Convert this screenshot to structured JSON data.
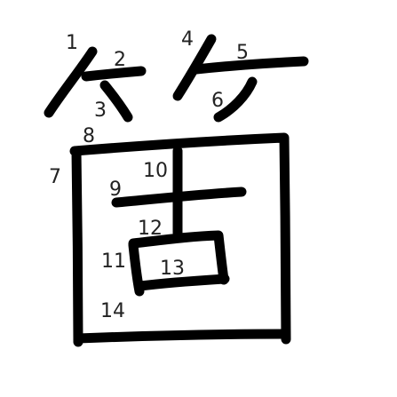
{
  "character": {
    "glyph": "箇",
    "stroke_color": "#000000",
    "label_color": "#222222",
    "background": "#ffffff",
    "stroke_numbers": [
      "1",
      "2",
      "3",
      "4",
      "5",
      "6",
      "7",
      "8",
      "9",
      "10",
      "11",
      "12",
      "13",
      "14"
    ]
  }
}
